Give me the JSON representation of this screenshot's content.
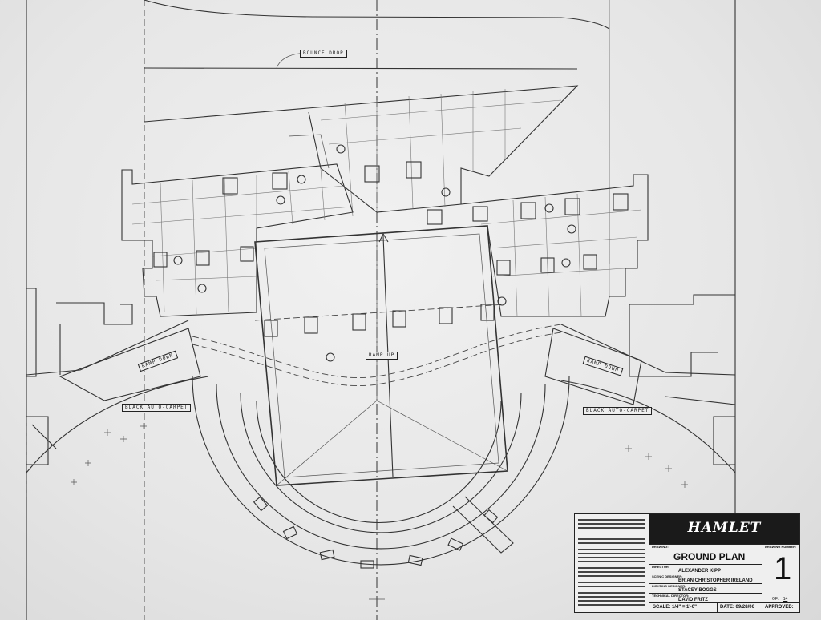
{
  "drawing_labels": {
    "bounce_drop": "BOUNCE DROP",
    "ramp_up": "RAMP UP",
    "ramp_down_left": "RAMP DOWN",
    "ramp_down_right": "RAMP DOWN",
    "carpet_left": "BLACK AUTO-CARPET",
    "carpet_right": "BLACK AUTO-CARPET"
  },
  "title_block": {
    "show_title": "HAMLET",
    "drawing_caption": "DRAWING:",
    "drawing_name": "GROUND PLAN",
    "director_caption": "DIRECTOR:",
    "director": "ALEXANDER KIPP",
    "scenic_caption": "SCENIC DESIGNER:",
    "scenic_designer": "BRIAN CHRISTOPHER IRELAND",
    "lighting_caption": "LIGHTING DESIGNER:",
    "lighting_designer": "STACEY BOGGS",
    "td_caption": "TECHNICAL DIRECTOR:",
    "technical_director": "DAVID FRITZ",
    "scale": "SCALE: 1/4\" = 1'-0\"",
    "date": "DATE: 09/28/06",
    "approved": "APPROVED:",
    "drawing_number_caption": "DRAWING NUMBER:",
    "drawing_number": "1",
    "of_caption": "OF:",
    "of_total": "14"
  }
}
